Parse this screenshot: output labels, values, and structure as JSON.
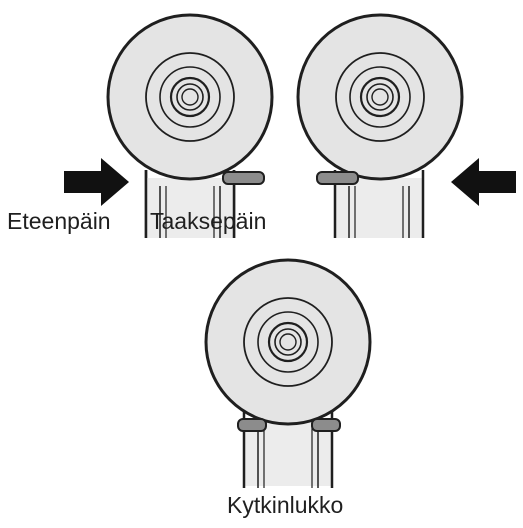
{
  "labels": {
    "forward": "Eteenpäin",
    "reverse": "Taaksepäin",
    "lock": "Kytkinlukko"
  },
  "colors": {
    "line": "#1f1f1f",
    "wheel_fill": "#e4e4e4",
    "neck_fill": "#ececec",
    "switch_fill": "#8c8c8c",
    "arrow_fill": "#111111"
  }
}
